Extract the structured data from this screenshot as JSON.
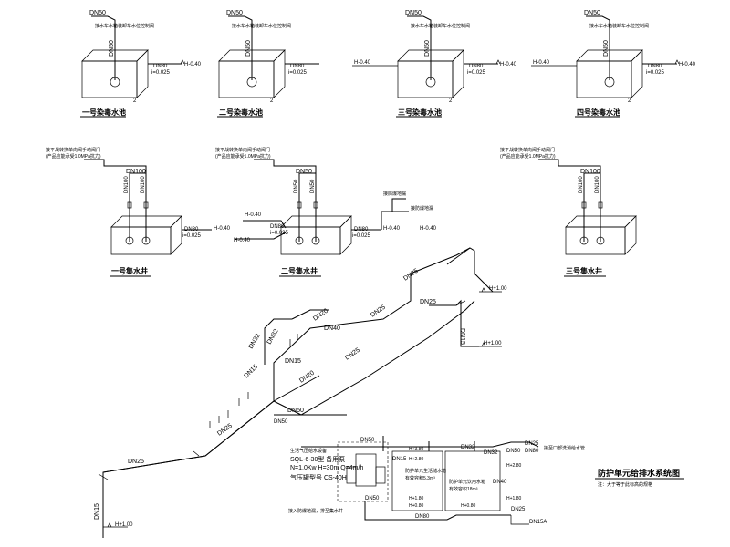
{
  "tanks": [
    {
      "title": "一号染毒水池",
      "pipe_top": "DN50",
      "pipe_vert": "DN50",
      "outlet": "DN80",
      "slope": "i=0.025",
      "level_r": "H-0.40",
      "num": "2",
      "note": "接水车水箱装卸车水位控制阀"
    },
    {
      "title": "二号染毒水池",
      "pipe_top": "DN50",
      "pipe_vert": "DN50",
      "outlet": "DN80",
      "slope": "i=0.025",
      "level_r": "",
      "num": "2",
      "note": "接水车水箱装卸车水位控制阀"
    },
    {
      "title": "三号染毒水池",
      "pipe_top": "DN50",
      "pipe_vert": "DN50",
      "outlet": "DN80",
      "slope": "i=0.025",
      "level_l": "H-0.40",
      "level_r": "H-0.40",
      "num": "2",
      "note": "接水车水箱装卸车水位控制阀"
    },
    {
      "title": "四号染毒水池",
      "pipe_top": "DN50",
      "pipe_vert": "DN50",
      "outlet": "DN80",
      "slope": "i=0.025",
      "level_l": "H-0.40",
      "level_r": "H-0.40",
      "num": "2",
      "note": "接水车水箱装卸车水位控制阀"
    }
  ],
  "wells": [
    {
      "title": "一号集水井",
      "pipe_top": "DN100",
      "v1": "DN100",
      "v2": "DN100",
      "outlet": "DN80",
      "slope": "i=0.025",
      "level": "H-0.40",
      "note1": "接平战转换单向阀手动阀门",
      "note2": "(产品应能承受1.0MPa抗力)"
    },
    {
      "title": "二号集水井",
      "pipe_top": "DN50",
      "v1": "DN50",
      "v2": "DN50",
      "outlet": "DN80",
      "slope": "i=0.025",
      "level": "H-0.40",
      "level2": "H-0.40",
      "level3": "H-0.40",
      "outlet2": "DN80",
      "slope2": "i=0.025",
      "note1": "接平战转换单向阀手动阀门",
      "note2": "(产品应能承受1.0MPa抗力)"
    },
    {
      "title": "三号集水井",
      "pipe_top": "DN100",
      "v1": "DN100",
      "v2": "DN100",
      "note1": "接平战转换单向阀手动阀门",
      "note2": "(产品应能承受1.0MPa抗力)"
    }
  ],
  "well2_side": {
    "label1": "接防爆地漏",
    "label2": "接防爆地漏",
    "level": "H-0.40"
  },
  "riser": {
    "labels": [
      "DN25",
      "DN25",
      "DN15",
      "DN40",
      "DN32",
      "DN20",
      "DN32",
      "DN15",
      "DN25",
      "DN20",
      "DN25",
      "DN50",
      "DN25",
      "DN15",
      "DN15",
      "DN25"
    ],
    "levels": [
      "H+1.00",
      "H+1.00",
      "H+1.00"
    ]
  },
  "equipment": {
    "name_label": "生活气压给水设备",
    "model": "SQL-6-30型 备用泵",
    "params": "N=1.0Kw H=30m Q=4m/h",
    "tank_label": "气压罐型号 CS-40H",
    "note": "接入防爆地漏，排至集水井",
    "box2_title": "防护单元生活储水箱",
    "box2_vol": "有效容积5.3m³",
    "box3_title": "防护单元饮用水箱",
    "box3_vol": "有效容积18m³",
    "dn": [
      "DN50",
      "DN50",
      "DN80",
      "DN50",
      "DN25",
      "DN32",
      "DN32",
      "DN50",
      "DN15",
      "DN40",
      "DN25",
      "DN80"
    ],
    "levels": [
      "H+3.80",
      "H+2.80",
      "H+1.80",
      "H+0.80",
      "H+0.80",
      "H+2.80",
      "H+1.80"
    ],
    "out_label": "DN15A",
    "right_note": "接至口部洗消给水管"
  },
  "title": {
    "main": "防护单元给排水系统图",
    "sub": "注：大于等于此标高的规格"
  }
}
